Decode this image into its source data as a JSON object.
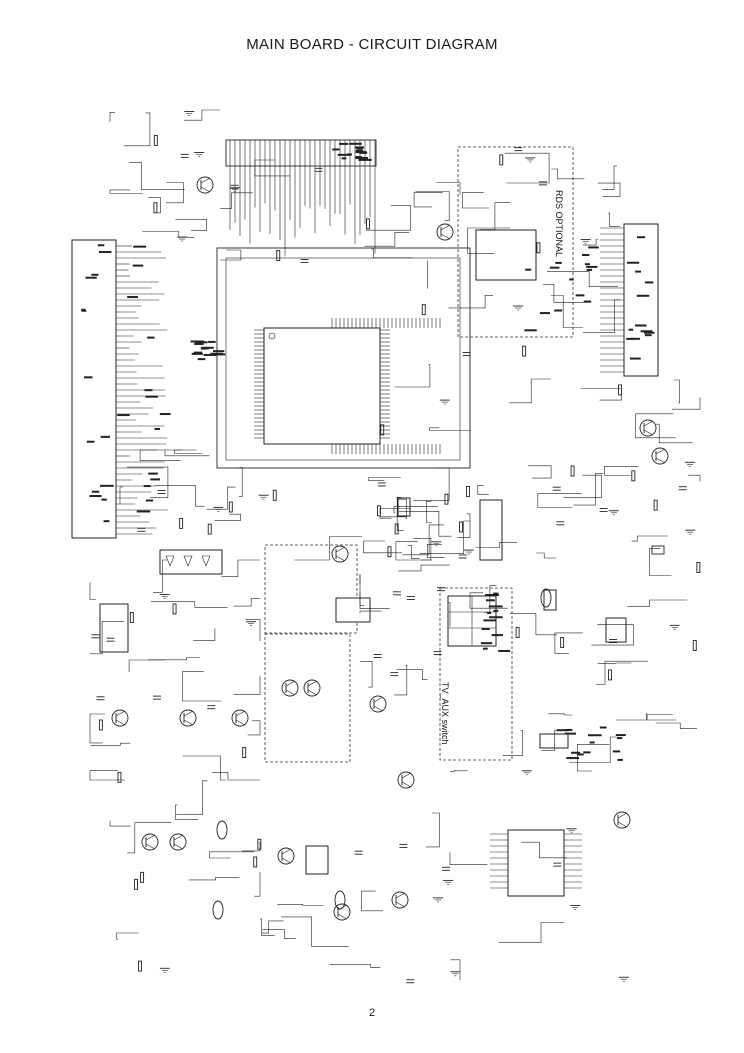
{
  "title": "MAIN BOARD - CIRCUIT DIAGRAM",
  "page_number": "2",
  "labels": {
    "rds_optional": "RDS OPTIONAL",
    "tv_aux_switch": "TV_AUX switch"
  }
}
